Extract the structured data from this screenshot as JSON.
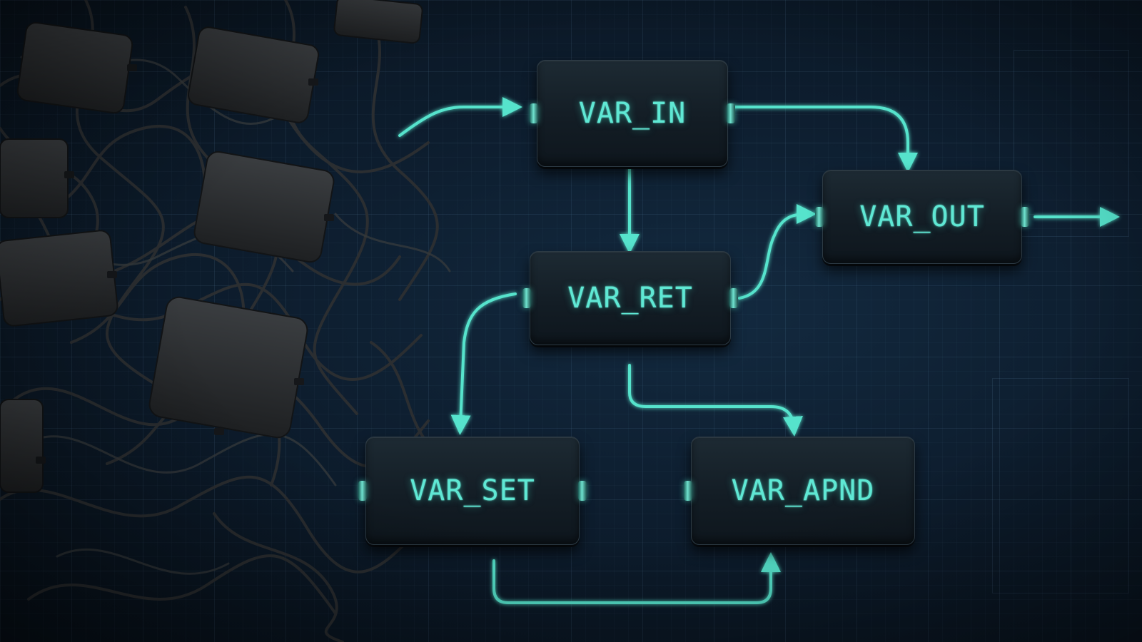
{
  "nodes": {
    "var_in": "VAR_IN",
    "var_out": "VAR_OUT",
    "var_ret": "VAR_RET",
    "var_set": "VAR_SET",
    "var_apnd": "VAR_APND"
  },
  "colors": {
    "background": "#0d1d2e",
    "accent": "#5fe8d4",
    "node_body": "#131d25",
    "tangle_box": "#2a2c2e"
  },
  "edges": [
    {
      "from": "input",
      "to": "VAR_IN"
    },
    {
      "from": "VAR_IN",
      "to": "VAR_OUT"
    },
    {
      "from": "VAR_IN",
      "to": "VAR_RET"
    },
    {
      "from": "VAR_RET",
      "to": "VAR_OUT"
    },
    {
      "from": "VAR_RET",
      "to": "VAR_SET"
    },
    {
      "from": "VAR_RET",
      "to": "VAR_APND"
    },
    {
      "from": "VAR_SET",
      "to": "VAR_APND"
    },
    {
      "from": "VAR_OUT",
      "to": "output"
    }
  ]
}
